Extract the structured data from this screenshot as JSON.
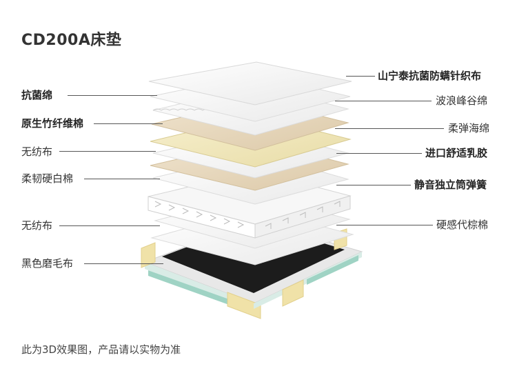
{
  "title": "CD200A床垫",
  "footer": "此为3D效果图，产品请以实物为准",
  "left_labels": [
    {
      "text": "抗菌绵",
      "bold": true
    },
    {
      "text": "原生竹纤维棉",
      "bold": true
    },
    {
      "text": "无纺布",
      "bold": false
    },
    {
      "text": "柔韧硬白棉",
      "bold": false
    },
    {
      "text": "无纺布",
      "bold": false
    },
    {
      "text": "黑色磨毛布",
      "bold": false
    }
  ],
  "right_labels": [
    {
      "text": "山宁泰抗菌防螨针织布",
      "bold": true
    },
    {
      "text": "波浪峰谷绵",
      "bold": false
    },
    {
      "text": "柔弹海绵",
      "bold": false
    },
    {
      "text": "进口舒适乳胶",
      "bold": true
    },
    {
      "text": "静音独立筒弹簧",
      "bold": true
    },
    {
      "text": "硬感代棕棉",
      "bold": false
    }
  ],
  "colors": {
    "fabric": "#f4f4f4",
    "cream": "#efe6b8",
    "beige": "#e6d6b8",
    "teal": "#9fd3c4",
    "black": "#1c1c1c"
  }
}
